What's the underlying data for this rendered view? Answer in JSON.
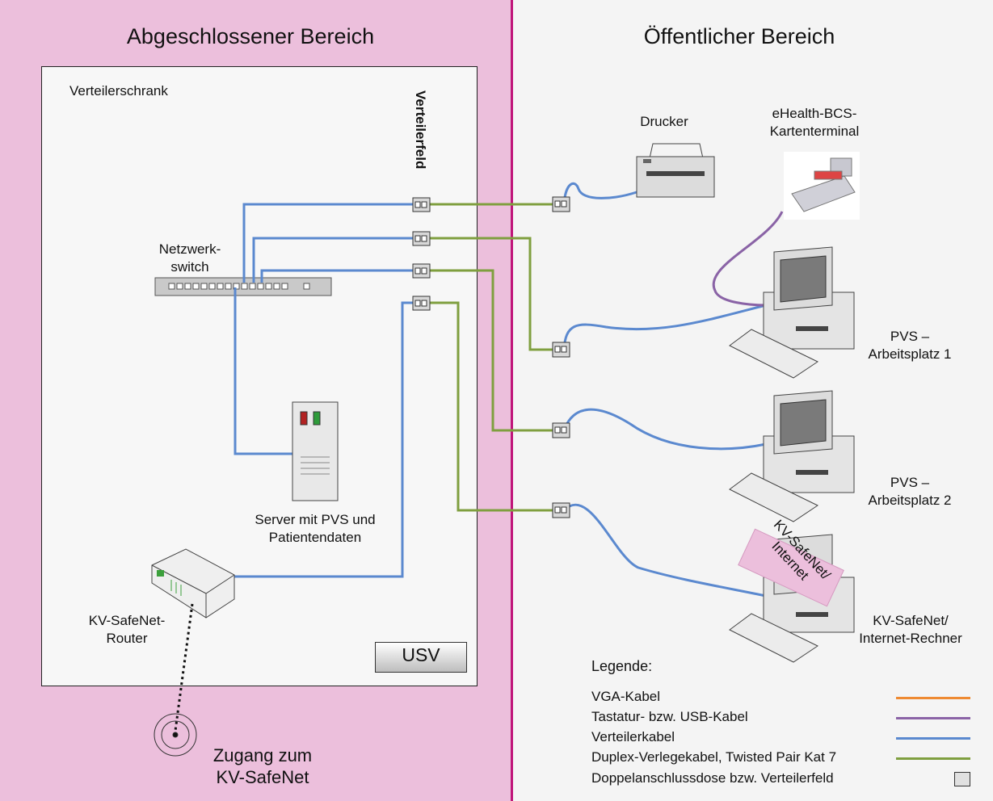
{
  "headings": {
    "closed": "Abgeschlossener Bereich",
    "public": "Öffentlicher Bereich"
  },
  "labels": {
    "cabinet": "Verteilerschrank",
    "patch_panel": "Verteilerfeld",
    "switch": [
      "Netzwerk-",
      "switch"
    ],
    "server": [
      "Server mit PVS und",
      "Patientendaten"
    ],
    "router": [
      "KV-SafeNet-",
      "Router"
    ],
    "usv": "USV",
    "access": [
      "Zugang zum",
      "KV-SafeNet"
    ],
    "printer": "Drucker",
    "card_terminal": [
      "eHealth-BCS-",
      "Kartenterminal"
    ],
    "ws1": [
      "PVS –",
      "Arbeitsplatz 1"
    ],
    "ws2": [
      "PVS –",
      "Arbeitsplatz 2"
    ],
    "internet_pc": [
      "KV-SafeNet/",
      "Internet-Rechner"
    ],
    "note": [
      "KV-SafeNet/",
      "Internet"
    ]
  },
  "legend": {
    "title": "Legende:",
    "items": [
      {
        "label": "VGA-Kabel",
        "color": "#ee8a32",
        "kind": "line"
      },
      {
        "label": "Tastatur- bzw. USB-Kabel",
        "color": "#8a63a6",
        "kind": "line"
      },
      {
        "label": "Verteilerkabel",
        "color": "#5b89cf",
        "kind": "line"
      },
      {
        "label": "Duplex-Verlegekabel, Twisted Pair Kat 7",
        "color": "#7f9f3f",
        "kind": "line"
      },
      {
        "label": "Doppelanschlussdose bzw. Verteilerfeld",
        "color": "#333333",
        "kind": "box"
      }
    ]
  },
  "colors": {
    "closed_area": "#ecbfdc",
    "public_area": "#f4f4f4",
    "divider": "#c0157a",
    "blue_cable": "#5b89cf",
    "green_cable": "#7f9f3f",
    "purple_cable": "#8a63a6"
  }
}
